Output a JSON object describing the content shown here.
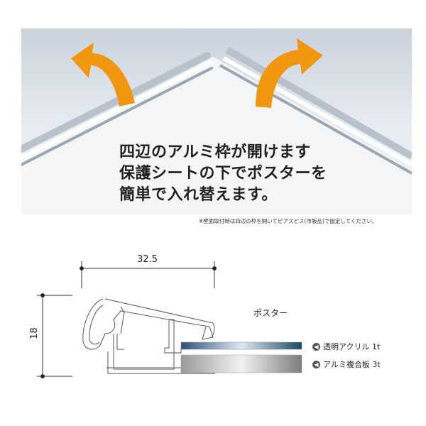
{
  "photo": {
    "headline": [
      "四辺のアルミ枠が開けます",
      "保護シートの下でポスターを",
      "簡単で入れ替えます。"
    ],
    "arrow_color": "#f0960f",
    "note": "※壁面取付時は四辺の枠を開いてピアスピス(市販品)で固定してください。"
  },
  "diagram": {
    "width_dim": "32.5",
    "height_dim": "18",
    "poster_label": "ポスター",
    "layers": [
      {
        "label": "透明アクリル 1t",
        "icon": "arrow-left-icon"
      },
      {
        "label": "アルミ複合板 3t",
        "icon": "arrow-left-icon"
      }
    ]
  }
}
